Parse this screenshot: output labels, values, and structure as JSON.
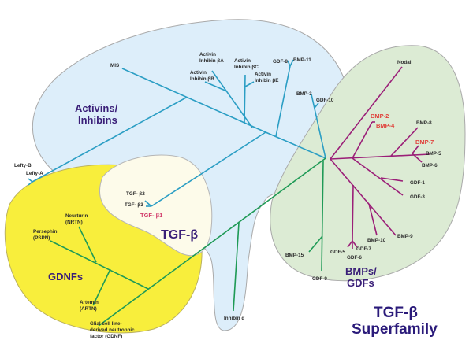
{
  "title": {
    "line1": "TGF-β",
    "line2": "Superfamily"
  },
  "colors": {
    "activins_region": "#ddeefa",
    "bmp_region": "#dcebd4",
    "tgfb_region": "#fdfbea",
    "gdnf_region": "#f8ee3c",
    "activin_branch": "#2b9ec4",
    "bmp_branch": "#9b1f78",
    "green_branch": "#1f9a56",
    "group_label": "#3a1f78",
    "highlight_red": "#e0403a"
  },
  "groups": {
    "activins": {
      "line1": "Activins/",
      "line2": "Inhibins"
    },
    "tgfb": {
      "label": "TGF-β"
    },
    "gdnfs": {
      "label": "GDNFs"
    },
    "bmps": {
      "line1": "BMPs/",
      "line2": "GDFs"
    }
  },
  "labels": {
    "mis": "MIS",
    "lefty_b": "Lefty-B",
    "lefty_a": "Lefty-A",
    "activin_a": {
      "line1": "Activin",
      "line2": "Inhibin βA"
    },
    "activin_b": {
      "line1": "Activin",
      "line2": "Inhibin βB"
    },
    "activin_c": {
      "line1": "Activin",
      "line2": "Inhibin βC"
    },
    "activin_e": {
      "line1": "Activin",
      "line2": "Inhibin βE"
    },
    "gdf8": "GDF-8",
    "bmp11": "BMP-11",
    "bmp3": "BMP-3",
    "gdf10": "GDF-10",
    "tgfb2": "TGF- β2",
    "tgfb3": "TGF- β3",
    "tgfb1": "TGF- β1",
    "neurturin": {
      "line1": "Neurturin",
      "line2": "(NRTN)"
    },
    "persephin": {
      "line1": "Persephin",
      "line2": "(PSPN)"
    },
    "artemin": {
      "line1": "Artemin",
      "line2": "(ARTN)"
    },
    "gdnf": {
      "line1": "Glial cell line-",
      "line2": "derived neutrophic",
      "line3": "factor (GDNF)"
    },
    "inhibin_alpha": "Inhibin α",
    "nodal": "Nodal",
    "bmp2": "BMP-2",
    "bmp4": "BMP-4",
    "bmp8": "BMP-8",
    "bmp7": "BMP-7",
    "bmp5": "BMP-5",
    "bmp6": "BMP-6",
    "gdf1": "GDF-1",
    "gdf3": "GDF-3",
    "bmp9": "BMP-9",
    "bmp10": "BMP-10",
    "gdf5": "GDF-5",
    "gdf6": "GDF-6",
    "gdf7": "GDF-7",
    "bmp15": "BMP-15",
    "gdf9": "GDF-9"
  }
}
